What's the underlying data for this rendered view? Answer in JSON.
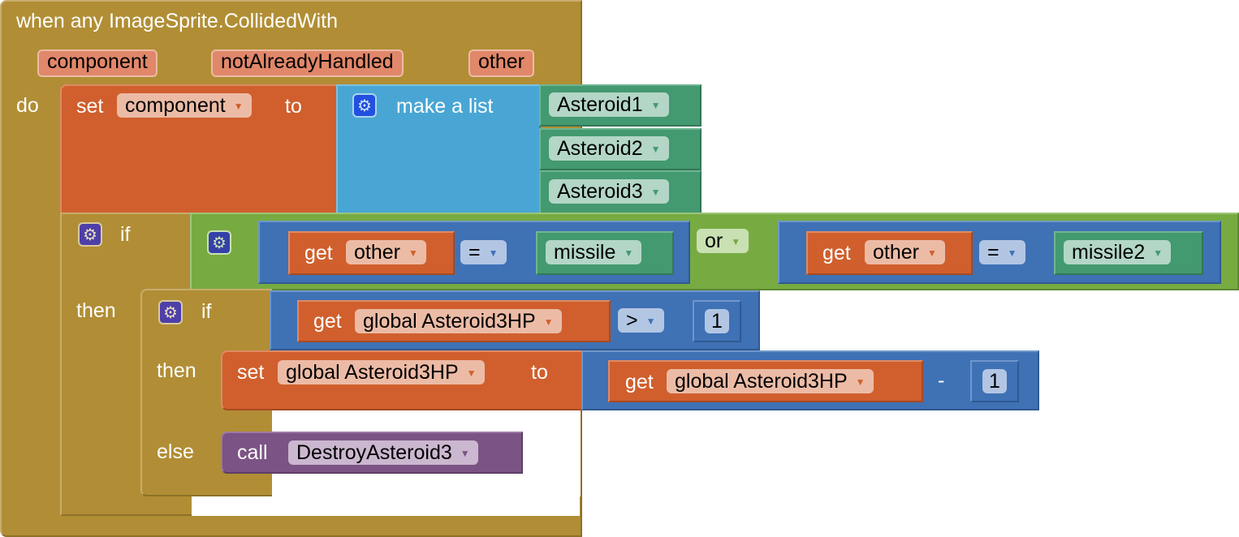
{
  "event": {
    "title": "when any ImageSprite.CollidedWith",
    "params": [
      "component",
      "notAlreadyHandled",
      "other"
    ],
    "do_label": "do"
  },
  "set_component": {
    "set_label": "set",
    "variable": "component",
    "to_label": "to",
    "list": {
      "label": "make a list",
      "items": [
        "Asteroid1",
        "Asteroid2",
        "Asteroid3"
      ]
    }
  },
  "outer_if": {
    "if_label": "if",
    "then_label": "then",
    "condition": {
      "operator": "or",
      "left": {
        "get_label": "get",
        "variable": "other",
        "op": "=",
        "value": "missile"
      },
      "right": {
        "get_label": "get",
        "variable": "other",
        "op": "=",
        "value": "missile2"
      }
    }
  },
  "inner_if": {
    "if_label": "if",
    "then_label": "then",
    "else_label": "else",
    "condition": {
      "get_label": "get",
      "variable": "global Asteroid3HP",
      "op": ">",
      "value": "1"
    },
    "then_set": {
      "set_label": "set",
      "variable": "global Asteroid3HP",
      "to_label": "to",
      "get_label": "get",
      "get_variable": "global Asteroid3HP",
      "op": "-",
      "value": "1"
    },
    "else_call": {
      "call_label": "call",
      "procedure": "DestroyAsteroid3"
    }
  },
  "icons": {
    "mutator": "gear-icon",
    "dropdown": "dropdown-arrow-icon"
  }
}
